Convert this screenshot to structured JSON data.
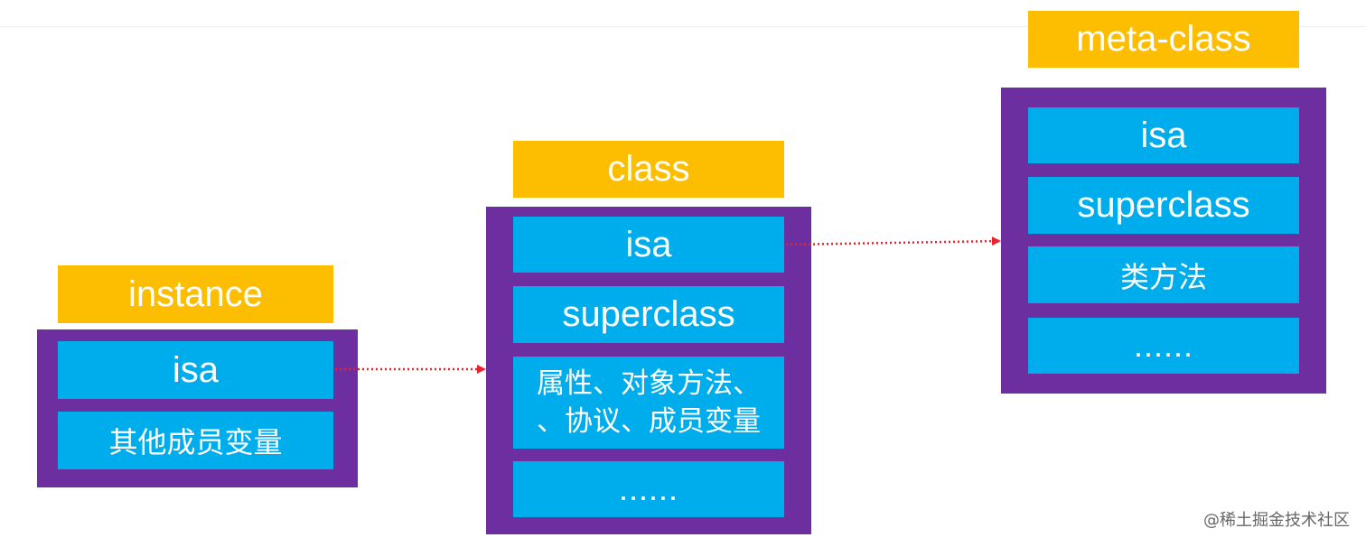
{
  "instance": {
    "title": "instance",
    "fields": [
      "isa",
      "其他成员变量"
    ]
  },
  "class": {
    "title": "class",
    "fields": [
      "isa",
      "superclass",
      "属性、对象方法、",
      "、协议、成员变量",
      "......"
    ]
  },
  "meta_class": {
    "title": "meta-class",
    "fields": [
      "isa",
      "superclass",
      "类方法",
      "......"
    ]
  },
  "colors": {
    "label_background": "#fdbd00",
    "panel_background": "#6d2f9f",
    "field_background": "#00adec",
    "arrow": "#e8232e"
  },
  "watermark": "@稀土掘金技术社区"
}
